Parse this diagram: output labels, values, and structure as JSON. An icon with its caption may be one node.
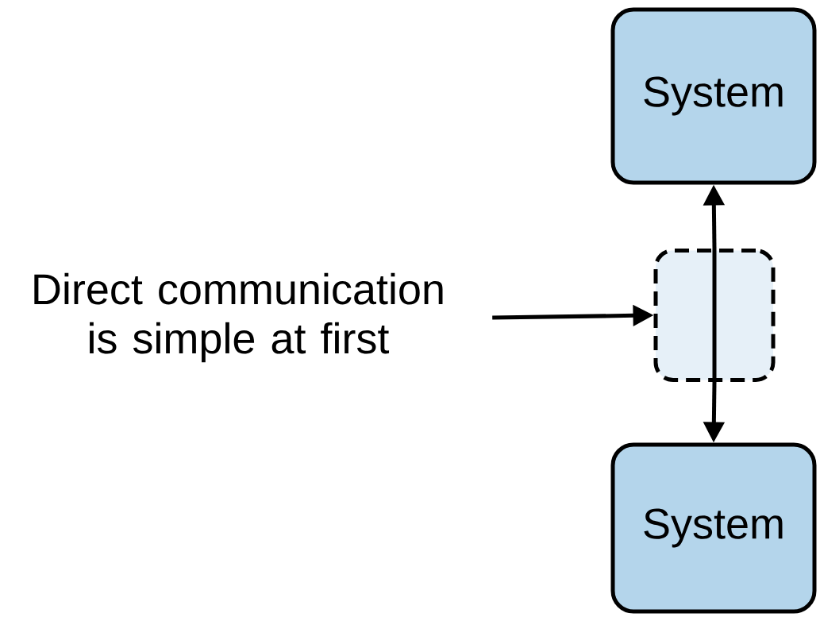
{
  "diagram": {
    "nodes": [
      {
        "text": [
          "System"
        ]
      },
      {
        "text": [],
        "shape": "box"
      },
      {
        "text": [
          "System"
        ]
      },
      {
        "text": [
          "Direct communication is simple at first"
        ]
      }
    ],
    "edges": [
      {
        "from": 1,
        "to": 0,
        "arrow": "to"
      },
      {
        "from": 1,
        "to": 2,
        "arrow": "to"
      },
      {
        "from": 3,
        "to": 1,
        "arrow": "to"
      }
    ]
  }
}
